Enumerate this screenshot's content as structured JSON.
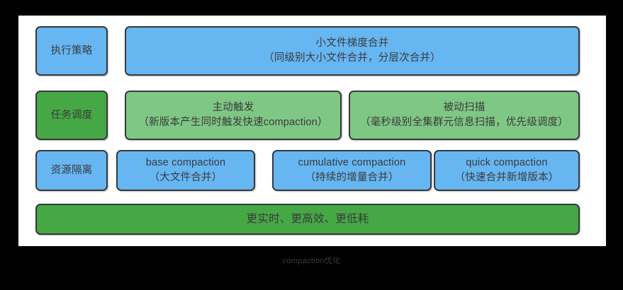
{
  "diagram": {
    "caption": "compaction优化",
    "colors": {
      "background": "#000000",
      "panel": "#ffffff",
      "blue": "#66b6f2",
      "green_dark": "#45a845",
      "green_light": "#7fc784",
      "border": "#38383a",
      "text": "#3a3a3c"
    },
    "rows": [
      {
        "label": "执行策略",
        "cells": [
          {
            "text": "小文件梯度合并\n（同级别大小文件合并，分层次合并）"
          }
        ]
      },
      {
        "label": "任务调度",
        "cells": [
          {
            "text": "主动触发\n（新版本产生同时触发快速compaction）"
          },
          {
            "text": "被动扫描\n（毫秒级别全集群元信息扫描，优先级调度）"
          }
        ]
      },
      {
        "label": "资源隔离",
        "cells": [
          {
            "text": "base compaction\n（大文件合并）"
          },
          {
            "text": "cumulative compaction\n（持续的增量合并）"
          },
          {
            "text": "quick compaction\n（快速合并新增版本）"
          }
        ]
      }
    ],
    "summary": "更实时、更高效、更低耗"
  }
}
